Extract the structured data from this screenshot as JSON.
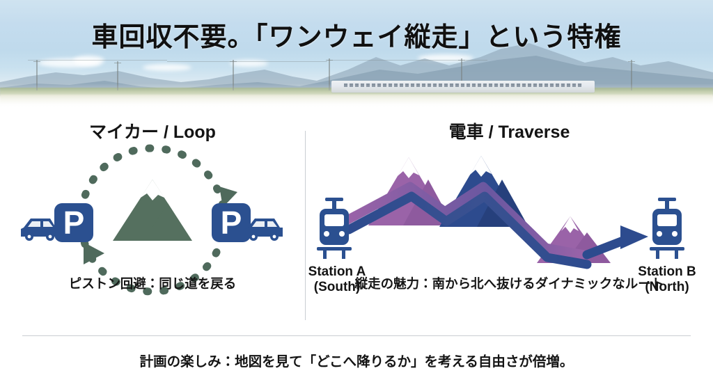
{
  "title": "車回収不要。「ワンウェイ縦走」という特権",
  "hero": {
    "photo_alt": "mountain-landscape-with-train"
  },
  "panels": {
    "left": {
      "heading": "マイカー / Loop",
      "caption": "ピストン回避：同じ道を戻る",
      "diagram": {
        "type": "loop",
        "center_icon": "mountain-icon",
        "parking_label": "P",
        "nodes": [
          "parking-start",
          "parking-end"
        ],
        "arrows": [
          "arrow-down-right",
          "arrow-left-down"
        ]
      }
    },
    "right": {
      "heading": "電車 / Traverse",
      "caption": "縦走の魅力：南から北へ抜けるダイナミックなルート",
      "diagram": {
        "type": "traverse",
        "start_station": "Station A",
        "start_station_sub": "(South)",
        "end_station": "Station B",
        "end_station_sub": "(North)",
        "peaks": [
          "purple-peak",
          "navy-peak",
          "purple-peak-small"
        ]
      }
    }
  },
  "footer": "計画の楽しみ：地図を見て「どこへ降りるか」を考える自由さが倍増。",
  "colors": {
    "sky": "#c4dcee",
    "slate_green": "#4f6a5c",
    "parking_blue": "#2b5090",
    "route_navy": "#2d4b8e",
    "route_purple": "#9a63a8",
    "divider": "#c9cdd2",
    "text": "#141414"
  }
}
